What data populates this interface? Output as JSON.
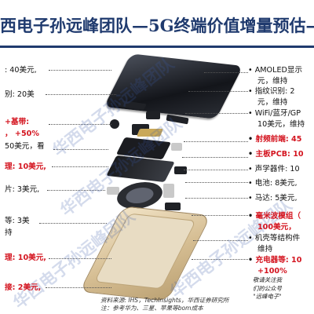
{
  "title": "西电子孙远峰团队—5G终端价值增量预估—",
  "left_labels": [
    {
      "text": ": 40美元,",
      "color": "black"
    },
    {
      "text": "别: 20美",
      "color": "black"
    },
    {
      "text": "+基带:",
      "color": "red"
    },
    {
      "text": "， +50%",
      "color": "red"
    },
    {
      "text": "50美元，看",
      "color": "black"
    },
    {
      "text": "理: 10美元,",
      "color": "red"
    },
    {
      "text": "片: 3美元,",
      "color": "black"
    },
    {
      "text": "等: 3美",
      "color": "black"
    },
    {
      "text": "持",
      "color": "black"
    },
    {
      "text": "理: 10美元,",
      "color": "red"
    },
    {
      "text": "接: 2美元,",
      "color": "red"
    }
  ],
  "right_labels": [
    {
      "text": "AMOLED显示",
      "color": "black",
      "bullet": true
    },
    {
      "text": "元，维持",
      "color": "black"
    },
    {
      "text": "指纹识别: 2",
      "color": "black",
      "bullet": true
    },
    {
      "text": "元，维持",
      "color": "black"
    },
    {
      "text": "WiFi/蓝牙/GP",
      "color": "black",
      "bullet": true
    },
    {
      "text": "10美元，维持",
      "color": "black"
    },
    {
      "text": "射频前端: 45",
      "color": "red",
      "bullet": true
    },
    {
      "text": "主板PCB: 10",
      "color": "red",
      "bullet": true
    },
    {
      "text": "声学器件: 10",
      "color": "black",
      "bullet": true
    },
    {
      "text": "电池: 8美元,",
      "color": "black",
      "bullet": true
    },
    {
      "text": "马达: 5美元,",
      "color": "black",
      "bullet": true
    },
    {
      "text": "毫米波模组（",
      "color": "red",
      "bullet": true
    },
    {
      "text": "100美元，",
      "color": "red"
    },
    {
      "text": "机壳等结构件",
      "color": "black",
      "bullet": true
    },
    {
      "text": "维持",
      "color": "black"
    },
    {
      "text": "充电器等: 10",
      "color": "red",
      "bullet": true
    },
    {
      "text": "+100%",
      "color": "red"
    }
  ],
  "watermarks": [
    "华西电子孙远峰团队",
    "华西电子孙远峰团队",
    "华西电子孙远峰团队",
    "华西电子孙远峰团队"
  ],
  "source": {
    "line1": "资料来源: IHS，TechInsights，华西证券研究所",
    "line2": "注：参考华为、三星、苹果等bom成本"
  },
  "qr_note": {
    "line1": "敬请关注我",
    "line2": "们的公众号",
    "line3": "\"远峰电子\""
  }
}
